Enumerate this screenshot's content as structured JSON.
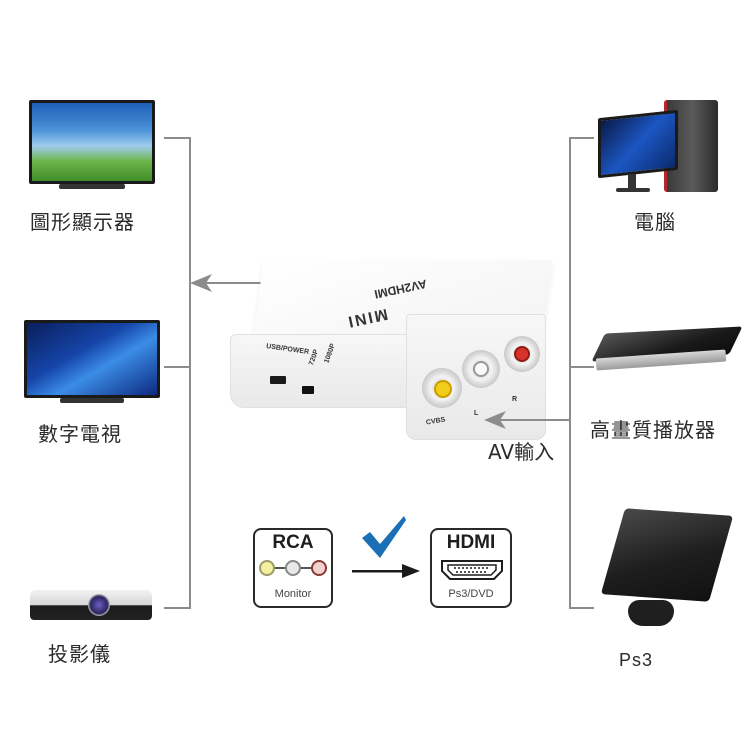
{
  "diagram": {
    "title": "AV to HDMI converter connection diagram",
    "left_outputs": [
      {
        "id": "graphics-monitor",
        "label": "圖形顯示器"
      },
      {
        "id": "digital-tv",
        "label": "數字電視"
      },
      {
        "id": "projector",
        "label": "投影儀"
      }
    ],
    "right_inputs": [
      {
        "id": "computer",
        "label": "電腦"
      },
      {
        "id": "hd-player",
        "label": "高畫質播放器"
      },
      {
        "id": "ps3",
        "label": "Ps3"
      }
    ],
    "av_input_label": "AV輸入",
    "device": {
      "brand": "MINI",
      "model": "AV2HDMI",
      "port_labels": {
        "usb_power": "USB/POWER",
        "mode_720p": "720P",
        "mode_1080p": "1080P",
        "cvbs": "CVBS",
        "left": "L",
        "right": "R"
      }
    },
    "conversion": {
      "source": {
        "title": "RCA",
        "subtitle": "Monitor"
      },
      "target": {
        "title": "HDMI",
        "subtitle": "Ps3/DVD"
      }
    },
    "colors": {
      "line": "#8c8c8c",
      "check": "#1a6fb5",
      "rca_yellow": "#f4e95c",
      "rca_white": "#e6e6e6",
      "rca_red": "#d9322b"
    }
  }
}
